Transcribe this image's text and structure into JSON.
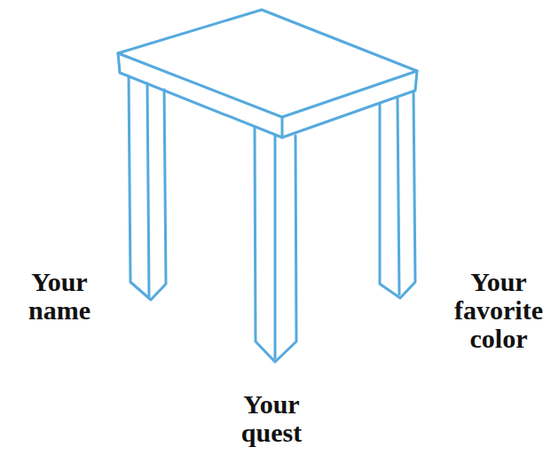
{
  "diagram": {
    "labels": [
      "Your name",
      "Your quest",
      "Your favorite color"
    ]
  }
}
